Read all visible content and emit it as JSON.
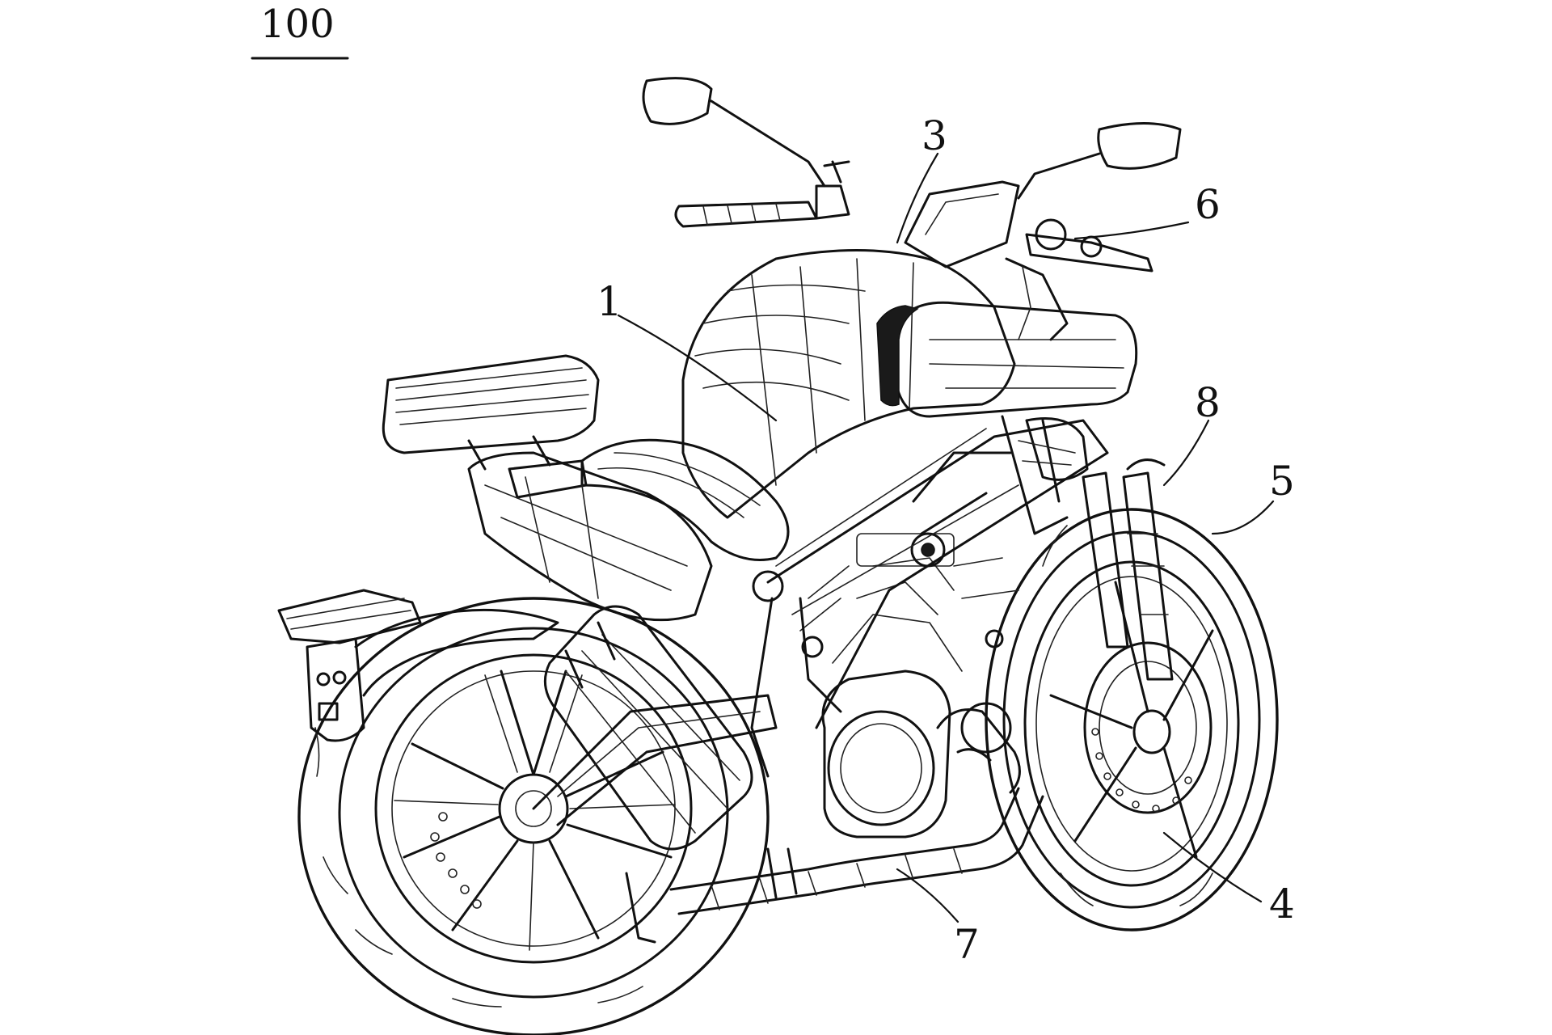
{
  "figure": {
    "number": "100"
  },
  "reference_labels": [
    {
      "id": "frame",
      "text": "1"
    },
    {
      "id": "tank-cover",
      "text": "3"
    },
    {
      "id": "front-wheel",
      "text": "4"
    },
    {
      "id": "front-tire",
      "text": "5"
    },
    {
      "id": "handlebar",
      "text": "6"
    },
    {
      "id": "exhaust-pipe",
      "text": "7"
    },
    {
      "id": "front-fork",
      "text": "8"
    }
  ],
  "colors": {
    "ink": "#111111",
    "paper": "#ffffff"
  }
}
